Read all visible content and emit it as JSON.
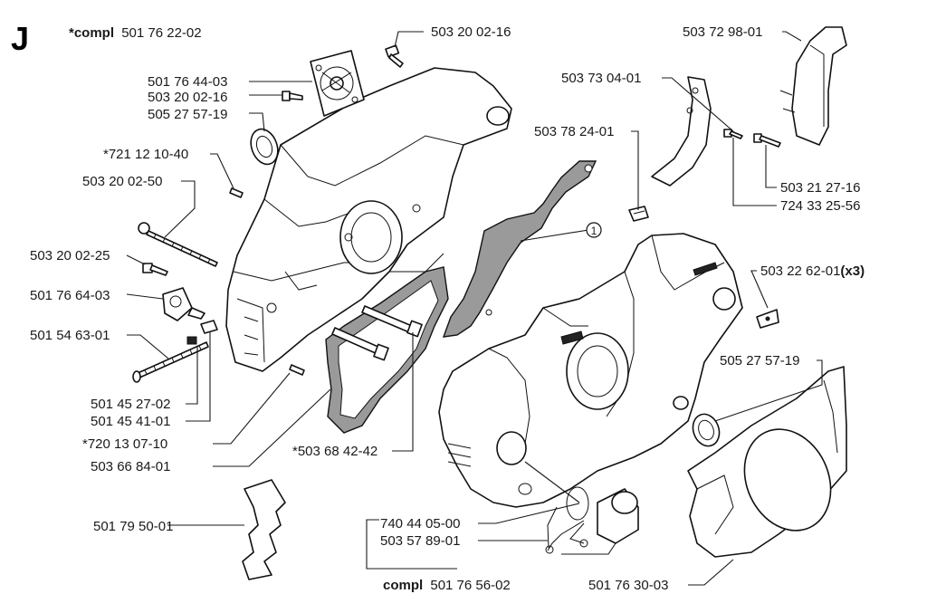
{
  "section_letter": "J",
  "header": {
    "prefix": "*compl",
    "number": "501 76 22-02"
  },
  "labels": {
    "p503200216_top": "503 20 02-16",
    "p501764403": "501 76 44-03",
    "p503200216_mid": "503 20 02-16",
    "p505275719_left": "505 27 57-19",
    "p721121040": "*721 12 10-40",
    "p503200250": "503 20 02-50",
    "p503200225": "503 20 02-25",
    "p501766403": "501 76 64-03",
    "p501546301": "501 54 63-01",
    "p501452702": "501 45 27-02",
    "p501454101": "501 45 41-01",
    "p720130710": "*720 13 07-10",
    "p503668401": "503 66 84-01",
    "p503684242": "*503 68 42-42",
    "p503729801": "503 72 98-01",
    "p503730401": "503 73 04-01",
    "p503782401": "503 78 24-01",
    "p503212716": "503 21 27-16",
    "p724332556": "724 33 25-56",
    "p503226201": "503 22 62-01",
    "p503226201_qty": "(x3)",
    "p505275719_right": "505 27 57-19",
    "p501795001": "501 79 50-01",
    "p740440500": "740 44 05-00",
    "p503578901": "503 57 89-01",
    "p501763003": "501 76 30-03",
    "callout_1": "1"
  },
  "footer": {
    "prefix": "compl",
    "number": "501 76 56-02"
  }
}
